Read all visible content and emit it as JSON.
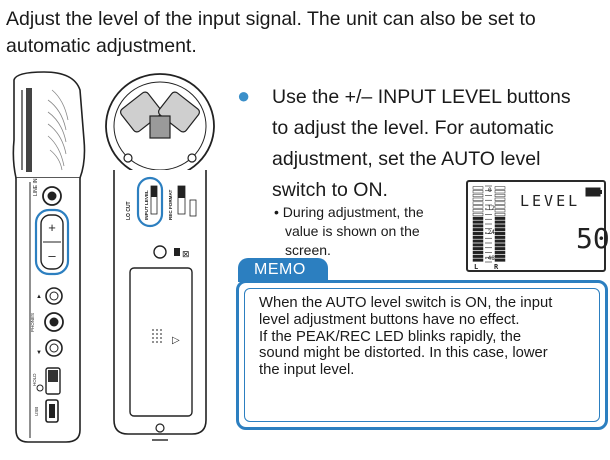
{
  "intro": {
    "line1": "Adjust the level of the input signal. The unit can also be set to",
    "line2": "automatic adjustment."
  },
  "bullet": {
    "line1": "Use the +/– INPUT LEVEL buttons",
    "line2": "to adjust the level. For automatic",
    "line3": "adjustment, set the AUTO level",
    "line4": "switch to ON."
  },
  "note": {
    "line1": "• During adjustment, the",
    "line2": "value is shown on the",
    "line3": "screen."
  },
  "lcd": {
    "label": "LEVEL",
    "value": "50",
    "scale": [
      "0",
      "-12",
      "-24",
      "-48"
    ],
    "channels": [
      "L",
      "R"
    ],
    "meter_level": 0.62
  },
  "device": {
    "side_labels": {
      "line_in": "LINE IN",
      "phones": "PHONES",
      "hold": "HOLD",
      "usb": "USB"
    },
    "back_labels": {
      "lo_cut": "LO CUT",
      "input_level": "INPUT LEVEL",
      "rec_format": "REC FORMAT"
    }
  },
  "memo": {
    "title": "MEMO",
    "line1": "When the AUTO level switch is ON, the input",
    "line2": "level adjustment buttons have no effect.",
    "line3": "If the PEAK/REC LED blinks rapidly, the",
    "line4": "sound might be distorted. In this case, lower",
    "line5": "the input level."
  },
  "colors": {
    "accent": "#2c7fc0",
    "bullet": "#3a8fc9",
    "text": "#1a1a1a"
  }
}
